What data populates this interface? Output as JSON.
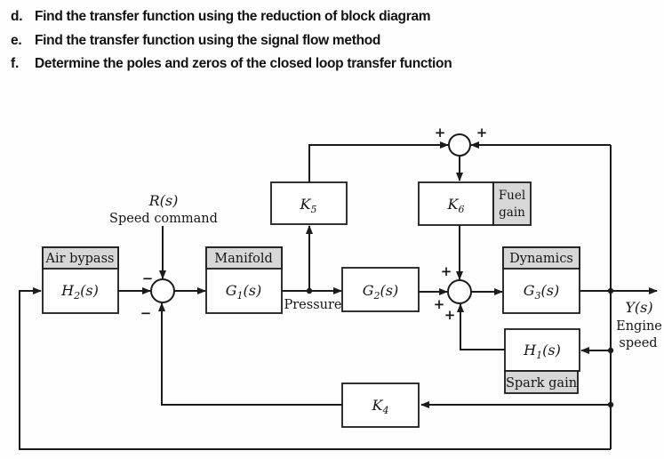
{
  "questions": {
    "items": [
      {
        "letter": "d.",
        "text": "Find the transfer function using the reduction of block diagram"
      },
      {
        "letter": "e.",
        "text": "Find the transfer function using the signal flow method"
      },
      {
        "letter": "f.",
        "text": "Determine the poles and zeros of the closed loop transfer function"
      }
    ]
  },
  "diagram": {
    "input": {
      "symbol": "R(s)",
      "caption": "Speed command"
    },
    "output": {
      "symbol": "Y(s)",
      "caption_line1": "Engine",
      "caption_line2": "speed"
    },
    "labels": {
      "pressure": "Pressure"
    },
    "blocks": {
      "air_bypass": {
        "header": "Air bypass",
        "sym": "H",
        "sub": "2",
        "arg": "(s)"
      },
      "manifold": {
        "header": "Manifold",
        "sym": "G",
        "sub": "1",
        "arg": "(s)"
      },
      "k5": {
        "sym": "K",
        "sub": "5",
        "arg": ""
      },
      "k6": {
        "sym": "K",
        "sub": "6",
        "arg": "",
        "tag_line1": "Fuel",
        "tag_line2": "gain"
      },
      "g2": {
        "sym": "G",
        "sub": "2",
        "arg": "(s)"
      },
      "dynamics": {
        "header": "Dynamics",
        "sym": "G",
        "sub": "3",
        "arg": "(s)"
      },
      "h1": {
        "sym": "H",
        "sub": "1",
        "arg": "(s)",
        "tag": "Spark gain"
      },
      "k4": {
        "sym": "K",
        "sub": "4",
        "arg": ""
      }
    },
    "signs": {
      "sum1_left": "−",
      "sum1_bottom": "−",
      "sumtop_left": "+",
      "sumtop_right": "+",
      "sum2_top": "+",
      "sum2_left": "+",
      "sum2_bottom": "+"
    },
    "colors": {
      "line": "#1b1b1b",
      "header_fill": "#d7d7d7",
      "background": "#fefefe"
    }
  }
}
